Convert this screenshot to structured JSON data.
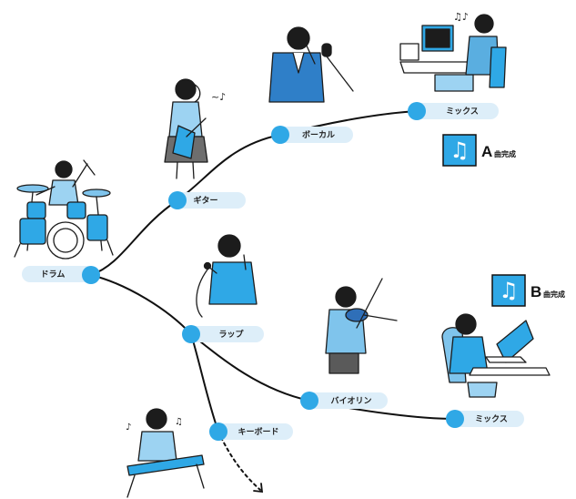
{
  "diagram": {
    "nodes": [
      {
        "id": "drum",
        "label": "ドラム"
      },
      {
        "id": "guitar",
        "label": "ギター"
      },
      {
        "id": "vocal",
        "label": "ボーカル"
      },
      {
        "id": "mixA",
        "label": "ミックス"
      },
      {
        "id": "rap",
        "label": "ラップ"
      },
      {
        "id": "violin",
        "label": "バイオリン"
      },
      {
        "id": "mixB",
        "label": "ミックス"
      },
      {
        "id": "keys",
        "label": "キーボード"
      }
    ],
    "edges": [
      [
        "drum",
        "guitar"
      ],
      [
        "guitar",
        "vocal"
      ],
      [
        "vocal",
        "mixA"
      ],
      [
        "drum",
        "rap"
      ],
      [
        "rap",
        "violin"
      ],
      [
        "violin",
        "mixB"
      ],
      [
        "rap",
        "keys"
      ]
    ],
    "continuation": "dashed-arrow-from-keys",
    "results": [
      {
        "id": "songA",
        "letter": "A",
        "text": "曲完成",
        "icon": "music-note-icon"
      },
      {
        "id": "songB",
        "letter": "B",
        "text": "曲完成",
        "icon": "music-note-icon"
      }
    ],
    "illustrations": [
      "drummer",
      "guitarist",
      "vocalist",
      "mixing-engineer",
      "rapper",
      "violinist",
      "laptop-producer",
      "keyboardist"
    ]
  },
  "colors": {
    "accent": "#2fa8e6",
    "pill": "#ddeef9",
    "clothing_blue": "#5aaee0",
    "line": "#111111"
  }
}
